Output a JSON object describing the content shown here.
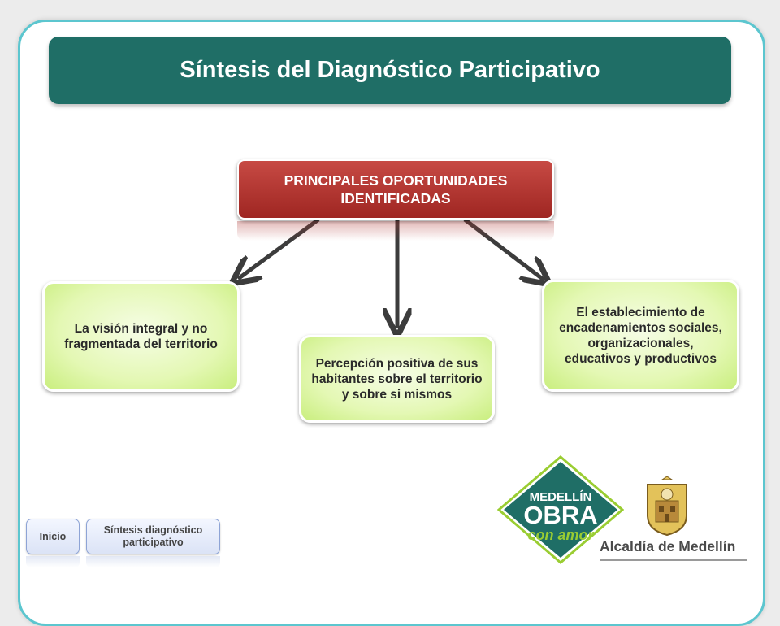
{
  "slide": {
    "title": "Síntesis del Diagnóstico Participativo"
  },
  "diagram": {
    "main_node": "PRINCIPALES OPORTUNIDADES IDENTIFICADAS",
    "nodes": [
      "La visión integral y no fragmentada del territorio",
      "Percepción positiva de sus habitantes sobre el territorio y sobre si mismos",
      "El establecimiento de encadenamientos sociales, organizacionales, educativos y productivos"
    ]
  },
  "navigation": {
    "home_label": "Inicio",
    "synthesis_label": "Síntesis diagnóstico participativo"
  },
  "branding": {
    "badge_line1": "MEDELLÍN",
    "badge_line2": "OBRA",
    "badge_line3": "con amor",
    "municipality": "Alcaldía de Medellín"
  },
  "colors": {
    "title_bar": "#1f6e66",
    "main_node": "#a92d28",
    "nodes": "#d9f59a",
    "frame_border": "#5cc6cf",
    "arrows": "#3c3c3c",
    "badge_green": "#1f6e66",
    "badge_lime": "#9acd32"
  }
}
